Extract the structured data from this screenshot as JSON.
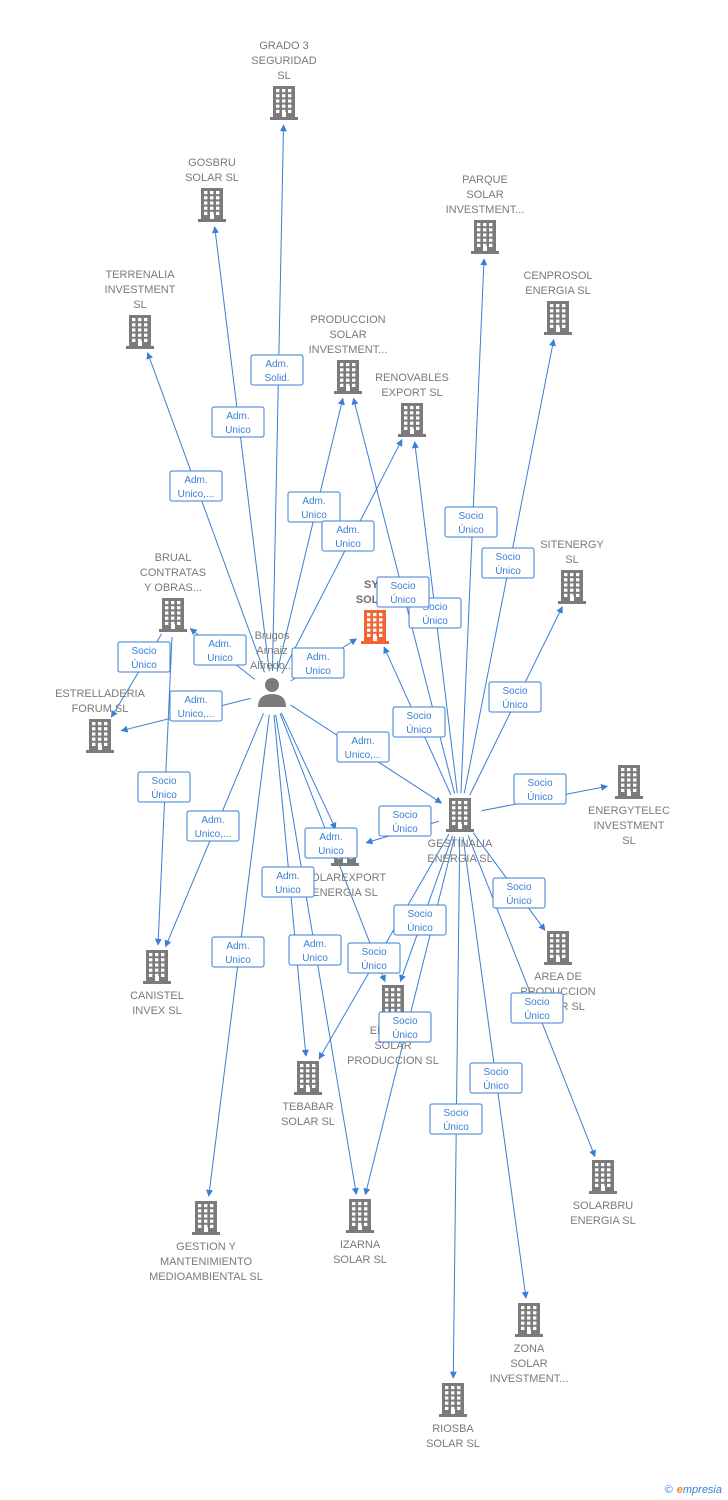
{
  "colors": {
    "edge": "#3a7fd5",
    "node": "#7b7b7b",
    "highlight": "#f06533",
    "label": "#7a7a7a"
  },
  "icons": {
    "company": "building-icon",
    "person": "person-icon"
  },
  "nodes": [
    {
      "id": "grado3",
      "type": "company",
      "lines": [
        "GRADO 3",
        "SEGURIDAD",
        "SL"
      ]
    },
    {
      "id": "gosbru",
      "type": "company",
      "lines": [
        "GOSBRU",
        "SOLAR  SL"
      ]
    },
    {
      "id": "terrenalia",
      "type": "company",
      "lines": [
        "TERRENALIA",
        "INVESTMENT",
        "SL"
      ]
    },
    {
      "id": "produccion",
      "type": "company",
      "lines": [
        "PRODUCCION",
        "SOLAR",
        "INVESTMENT..."
      ]
    },
    {
      "id": "renovables",
      "type": "company",
      "lines": [
        "RENOVABLES",
        "EXPORT  SL"
      ]
    },
    {
      "id": "parque",
      "type": "company",
      "lines": [
        "PARQUE",
        "SOLAR",
        "INVESTMENT..."
      ]
    },
    {
      "id": "cenprosol",
      "type": "company",
      "lines": [
        "CENPROSOL",
        "ENERGIA  SL"
      ]
    },
    {
      "id": "sitenergy",
      "type": "company",
      "lines": [
        "SITENERGY",
        "SL"
      ]
    },
    {
      "id": "brual",
      "type": "company",
      "lines": [
        "BRUAL",
        "CONTRATAS",
        "Y OBRAS..."
      ]
    },
    {
      "id": "sys",
      "type": "company",
      "highlight": true,
      "lines": [
        "SYS",
        "SOLAR"
      ]
    },
    {
      "id": "person",
      "type": "person",
      "lines": [
        "Brugos",
        "Arnaiz",
        "Alfredo..."
      ]
    },
    {
      "id": "estrelladeria",
      "type": "company",
      "lines": [
        "ESTRELLADERIA",
        "FORUM  SL"
      ]
    },
    {
      "id": "energytelec",
      "type": "company",
      "lines": [
        "ENERGYTELEC",
        "INVESTMENT",
        "SL"
      ]
    },
    {
      "id": "gestinalia",
      "type": "company",
      "lines": [
        "GESTINALIA",
        "ENERGIA  SL"
      ]
    },
    {
      "id": "solarexport",
      "type": "company",
      "lines": [
        "SOLAREXPORT",
        "ENERGIA  SL"
      ]
    },
    {
      "id": "canistel",
      "type": "company",
      "lines": [
        "CANISTEL",
        "INVEX  SL"
      ]
    },
    {
      "id": "area",
      "type": "company",
      "lines": [
        "AREA DE",
        "PRODUCCION",
        "SOLAR  SL"
      ]
    },
    {
      "id": "energy",
      "type": "company",
      "lines": [
        "ENERGY",
        "SOLAR",
        "PRODUCCION SL"
      ]
    },
    {
      "id": "tebabar",
      "type": "company",
      "lines": [
        "TEBABAR",
        "SOLAR  SL"
      ]
    },
    {
      "id": "solarbru",
      "type": "company",
      "lines": [
        "SOLARBRU",
        "ENERGIA  SL"
      ]
    },
    {
      "id": "gestion",
      "type": "company",
      "lines": [
        "GESTION Y",
        "MANTENIMIENTO",
        "MEDIOAMBIENTAL SL"
      ]
    },
    {
      "id": "izarna",
      "type": "company",
      "lines": [
        "IZARNA",
        "SOLAR  SL"
      ]
    },
    {
      "id": "zona",
      "type": "company",
      "lines": [
        "ZONA",
        "SOLAR",
        "INVESTMENT..."
      ]
    },
    {
      "id": "riosba",
      "type": "company",
      "lines": [
        "RIOSBA",
        "SOLAR  SL"
      ]
    }
  ],
  "edges": [
    {
      "from": "person",
      "to": "grado3",
      "label": [
        "Adm.",
        "Solid."
      ]
    },
    {
      "from": "person",
      "to": "gosbru",
      "label": [
        "Adm.",
        "Unico"
      ]
    },
    {
      "from": "person",
      "to": "terrenalia",
      "label": [
        "Adm.",
        "Unico,..."
      ]
    },
    {
      "from": "person",
      "to": "produccion",
      "label": [
        "Adm.",
        "Unico"
      ]
    },
    {
      "from": "person",
      "to": "renovables",
      "label": [
        "Adm.",
        "Unico"
      ]
    },
    {
      "from": "person",
      "to": "brual",
      "label": [
        "Adm.",
        "Unico"
      ]
    },
    {
      "from": "person",
      "to": "sys",
      "label": [
        "Adm.",
        "Unico"
      ]
    },
    {
      "from": "person",
      "to": "estrelladeria",
      "label": [
        "Adm.",
        "Unico,..."
      ]
    },
    {
      "from": "person",
      "to": "gestinalia",
      "label": [
        "Adm.",
        "Unico,..."
      ]
    },
    {
      "from": "person",
      "to": "solarexport",
      "label": [
        "Adm.",
        "Unico"
      ]
    },
    {
      "from": "person",
      "to": "canistel",
      "label": [
        "Adm.",
        "Unico,..."
      ]
    },
    {
      "from": "person",
      "to": "tebabar",
      "label": [
        "Adm.",
        "Unico"
      ]
    },
    {
      "from": "person",
      "to": "izarna",
      "label": [
        "Adm.",
        "Unico"
      ]
    },
    {
      "from": "person",
      "to": "gestion",
      "label": [
        "Adm.",
        "Unico"
      ]
    },
    {
      "from": "person",
      "to": "energy",
      "label": [
        "Adm.",
        "Unico"
      ]
    },
    {
      "from": "brual",
      "to": "canistel",
      "label": [
        "Socio",
        "Único"
      ]
    },
    {
      "from": "brual",
      "to": "estrelladeria",
      "label": [
        "Socio",
        "Único"
      ]
    },
    {
      "from": "gestinalia",
      "to": "produccion",
      "label": [
        "Socio",
        "Único"
      ]
    },
    {
      "from": "gestinalia",
      "to": "renovables",
      "label": [
        "Socio",
        "Único"
      ]
    },
    {
      "from": "gestinalia",
      "to": "parque",
      "label": [
        "Socio",
        "Único"
      ]
    },
    {
      "from": "gestinalia",
      "to": "cenprosol",
      "label": [
        "Socio",
        "Único"
      ]
    },
    {
      "from": "gestinalia",
      "to": "sitenergy",
      "label": [
        "Socio",
        "Único"
      ]
    },
    {
      "from": "gestinalia",
      "to": "sys",
      "label": [
        "Socio",
        "Único"
      ]
    },
    {
      "from": "gestinalia",
      "to": "energytelec",
      "label": [
        "Socio",
        "Único"
      ]
    },
    {
      "from": "gestinalia",
      "to": "area",
      "label": [
        "Socio",
        "Único"
      ]
    },
    {
      "from": "gestinalia",
      "to": "solarbru",
      "label": [
        "Socio",
        "Único"
      ]
    },
    {
      "from": "gestinalia",
      "to": "zona",
      "label": [
        "Socio",
        "Único"
      ]
    },
    {
      "from": "gestinalia",
      "to": "riosba",
      "label": [
        "Socio",
        "Único"
      ]
    },
    {
      "from": "gestinalia",
      "to": "energy",
      "label": [
        "Socio",
        "Único"
      ]
    },
    {
      "from": "gestinalia",
      "to": "tebabar",
      "label": [
        "Socio",
        "Único"
      ]
    },
    {
      "from": "gestinalia",
      "to": "izarna",
      "label": [
        "Socio",
        "Único"
      ]
    },
    {
      "from": "gestinalia",
      "to": "solarexport",
      "label": [
        "Socio",
        "Único"
      ]
    }
  ],
  "footer": {
    "copyright": "©",
    "brand_initial": "e",
    "brand_rest": "mpresia"
  }
}
